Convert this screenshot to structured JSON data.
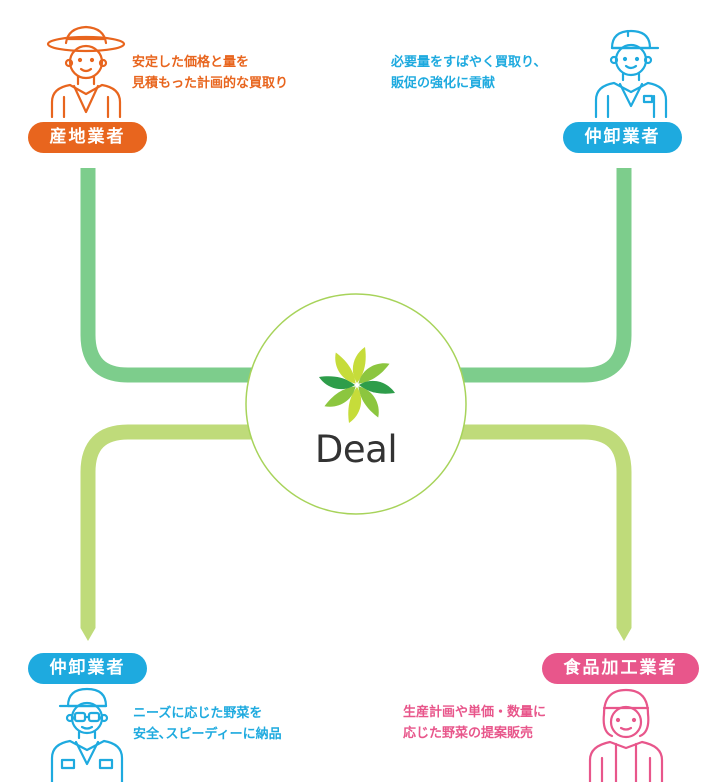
{
  "center": {
    "logo_text": "Deal"
  },
  "nodes": {
    "top_left": {
      "label": "産地業者",
      "desc": [
        "安定した価格と量を",
        "見積もった計画的な買取り"
      ]
    },
    "top_right": {
      "label": "仲卸業者",
      "desc": [
        "必要量をすばやく買取り、",
        "販促の強化に貢献"
      ]
    },
    "bottom_left": {
      "label": "仲卸業者",
      "desc": [
        "ニーズに応じた野菜を",
        "安全､スピーディーに納品"
      ]
    },
    "bottom_right": {
      "label": "食品加工業者",
      "desc": [
        "生産計画や単価・数量に",
        "応じた野菜の提案販売"
      ]
    }
  },
  "colors": {
    "producer": "#e8651e",
    "wholesaler": "#1eaadf",
    "processor": "#e8568b",
    "flow_in": "#7dcd8c",
    "flow_out": "#bfdb7a",
    "circle_stroke": "#a7d35a",
    "logo_light": "#c6dc3a",
    "logo_mid": "#8cc63f",
    "logo_dark": "#2e9d4a"
  },
  "icons": [
    "farmer-icon",
    "worker-icon",
    "worker-glasses-icon",
    "food-worker-icon",
    "pinwheel-logo-icon"
  ]
}
